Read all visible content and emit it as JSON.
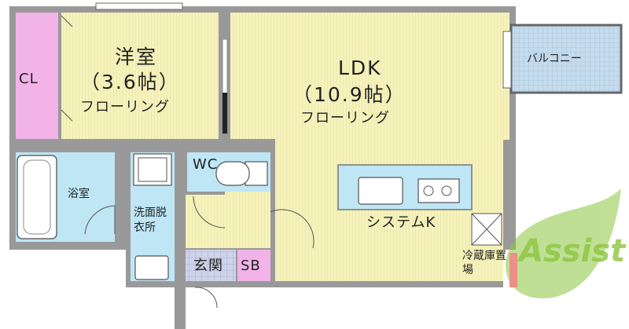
{
  "rooms": {
    "western_room": {
      "name": "洋室",
      "size": "（3.6帖）",
      "floor": "フローリング"
    },
    "ldk": {
      "name": "LDK",
      "size": "（10.9帖）",
      "floor": "フローリング"
    },
    "closet": "CL",
    "balcony": "バルコニー",
    "bathroom": "浴室",
    "washroom": "洗面脱衣所",
    "toilet": "WC",
    "kitchen": "システムK",
    "fridge": "冷蔵庫置場",
    "entrance": "玄関",
    "shoe_box": "SB"
  },
  "logo": {
    "text": "Assist"
  },
  "colors": {
    "floor_yellow": "#f4f0b4",
    "closet_pink": "#f2b3e8",
    "wet_blue": "#bfe6f5",
    "entrance_gray": "#c9d0e6",
    "wall": "#888888",
    "logo_green": "#8cc63f"
  }
}
